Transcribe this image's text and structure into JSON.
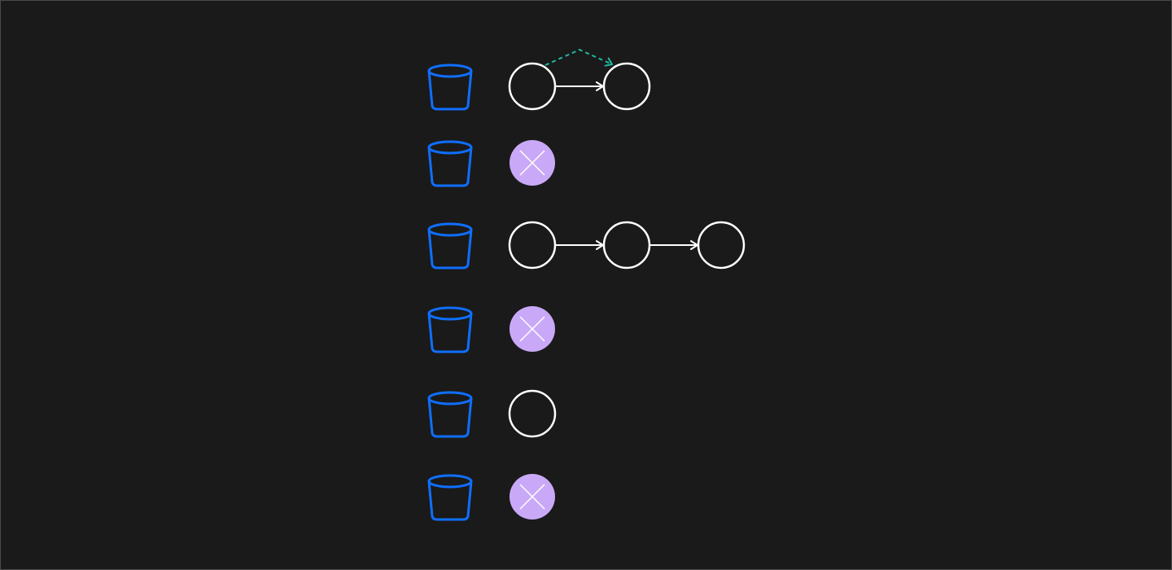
{
  "colors": {
    "background": "#1a1a1a",
    "bucket": "#0f6fff",
    "node": "#ffffff",
    "tombstone": "#c9a9f7",
    "probe_arrow": "#1fb99f"
  },
  "diagram": {
    "type": "hash-table-buckets",
    "buckets": [
      {
        "nodes": [
          "node",
          "node"
        ],
        "probe_arrow": true
      },
      {
        "nodes": [
          "deleted"
        ]
      },
      {
        "nodes": [
          "node",
          "node",
          "node"
        ]
      },
      {
        "nodes": [
          "deleted"
        ]
      },
      {
        "nodes": [
          "node"
        ]
      },
      {
        "nodes": [
          "deleted"
        ]
      }
    ]
  }
}
